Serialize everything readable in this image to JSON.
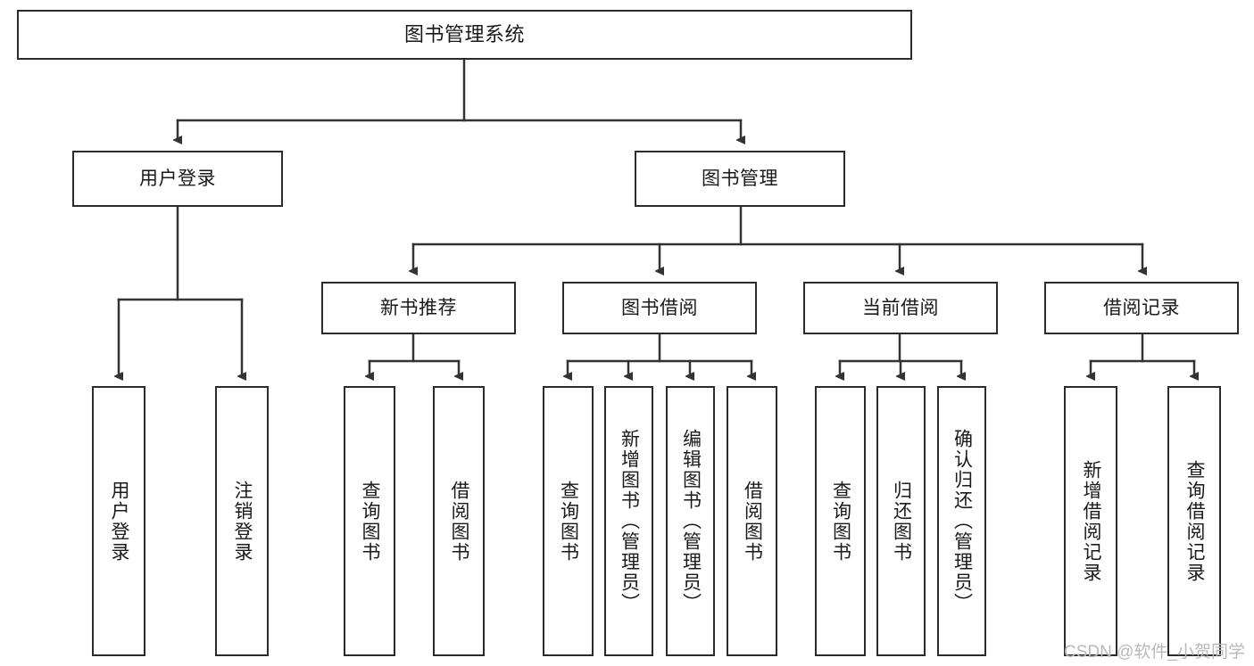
{
  "diagram": {
    "type": "tree-hierarchy",
    "title": "图书管理系统",
    "background_color": "#ffffff",
    "box_border_color": "#2b2b2b",
    "connector_color": "#333333",
    "text_color": "#1a1a1a",
    "levels": 4,
    "nodes": {
      "root": {
        "label": "图书管理系统",
        "orientation": "horizontal",
        "level": 1
      },
      "l2": [
        {
          "id": "user-login",
          "label": "用户登录",
          "orientation": "horizontal",
          "level": 2
        },
        {
          "id": "book-manage",
          "label": "图书管理",
          "orientation": "horizontal",
          "level": 2
        }
      ],
      "l3": [
        {
          "id": "new-book-rec",
          "label": "新书推荐",
          "orientation": "horizontal",
          "level": 3
        },
        {
          "id": "book-borrow",
          "label": "图书借阅",
          "orientation": "horizontal",
          "level": 3
        },
        {
          "id": "current-borrow",
          "label": "当前借阅",
          "orientation": "horizontal",
          "level": 3
        },
        {
          "id": "borrow-record",
          "label": "借阅记录",
          "orientation": "horizontal",
          "level": 3
        }
      ],
      "leaves": [
        {
          "id": "leaf-user-login",
          "label": "用户登录",
          "orientation": "vertical",
          "parent": "user-login"
        },
        {
          "id": "leaf-logout",
          "label": "注销登录",
          "orientation": "vertical",
          "parent": "user-login"
        },
        {
          "id": "leaf-query-book-1",
          "label": "查询图书",
          "orientation": "vertical",
          "parent": "new-book-rec"
        },
        {
          "id": "leaf-borrow-book-1",
          "label": "借阅图书",
          "orientation": "vertical",
          "parent": "new-book-rec"
        },
        {
          "id": "leaf-query-book-2",
          "label": "查询图书",
          "orientation": "vertical",
          "parent": "book-borrow"
        },
        {
          "id": "leaf-add-book",
          "label": "新增图书（管理员）",
          "orientation": "vertical",
          "parent": "book-borrow"
        },
        {
          "id": "leaf-edit-book",
          "label": "编辑图书（管理员）",
          "orientation": "vertical",
          "parent": "book-borrow"
        },
        {
          "id": "leaf-borrow-book-2",
          "label": "借阅图书",
          "orientation": "vertical",
          "parent": "book-borrow"
        },
        {
          "id": "leaf-query-book-3",
          "label": "查询图书",
          "orientation": "vertical",
          "parent": "current-borrow"
        },
        {
          "id": "leaf-return-book",
          "label": "归还图书",
          "orientation": "vertical",
          "parent": "current-borrow"
        },
        {
          "id": "leaf-confirm-return",
          "label": "确认归还（管理员）",
          "orientation": "vertical",
          "parent": "current-borrow"
        },
        {
          "id": "leaf-add-record",
          "label": "新增借阅记录",
          "orientation": "vertical",
          "parent": "borrow-record"
        },
        {
          "id": "leaf-query-record",
          "label": "查询借阅记录",
          "orientation": "vertical",
          "parent": "borrow-record"
        }
      ]
    }
  },
  "watermark": {
    "text": "CSDN @软件_小贺同学",
    "color": "#b9b9b9"
  }
}
